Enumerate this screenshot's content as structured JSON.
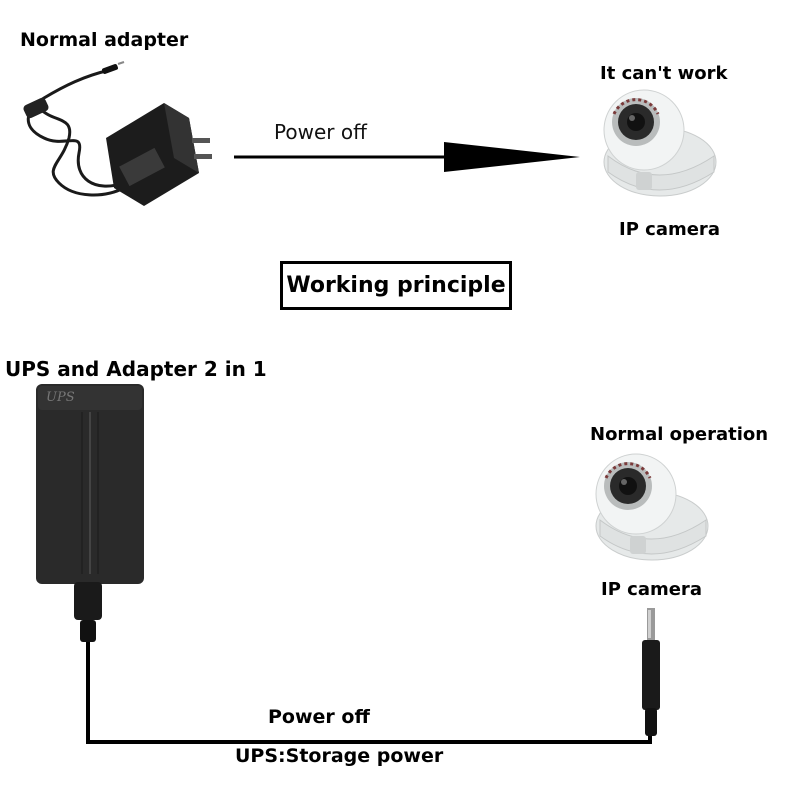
{
  "top": {
    "adapter_label": "Normal adapter",
    "arrow_label": "Power off",
    "camera_status": "It can't work",
    "camera_label": "IP camera"
  },
  "title": "Working principle",
  "bottom": {
    "ups_label": "UPS and Adapter 2 in 1",
    "ups_logo": "UPS",
    "camera_status": "Normal operation",
    "camera_label": "IP camera",
    "cable_label_top": "Power off",
    "cable_label_bottom": "UPS:Storage power"
  },
  "colors": {
    "line": "#000000",
    "ups_body": "#2a2a2a",
    "camera_body": "#ecefef"
  },
  "icons": [
    "power-adapter-icon",
    "arrow-right-icon",
    "dome-camera-icon",
    "ups-adapter-icon",
    "dc-plug-icon"
  ]
}
